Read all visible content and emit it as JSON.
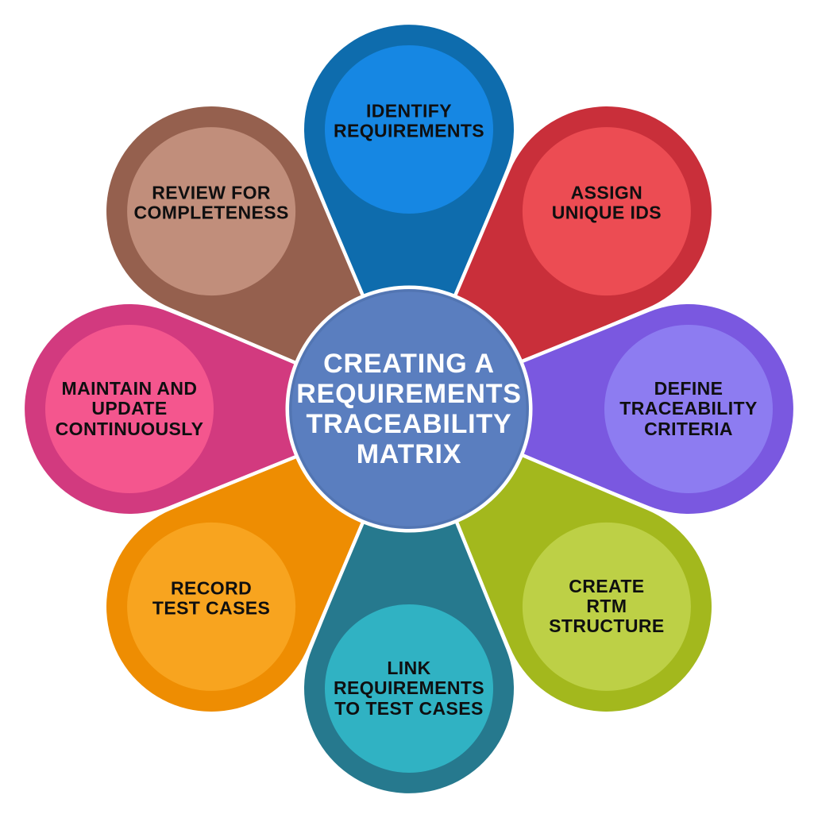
{
  "diagram": {
    "title_lines": [
      "CREATING A",
      "REQUIREMENTS",
      "TRACEABILITY",
      "MATRIX"
    ],
    "title_color": "#ffffff",
    "center_fill": "#5a7ebf",
    "center_rim_color": "#4d6ea8",
    "background_color": "#ffffff",
    "petal_text_color": "#0f0f10",
    "separator_color": "#ffffff",
    "petals": [
      {
        "id": "identify-requirements",
        "position": "top",
        "label_lines": [
          "IDENTIFY",
          "REQUIREMENTS"
        ],
        "outer_color": "#0e6cad",
        "inner_color": "#1687e3"
      },
      {
        "id": "assign-unique-ids",
        "position": "top-right",
        "label_lines": [
          "ASSIGN",
          "UNIQUE IDS"
        ],
        "outer_color": "#c92f3a",
        "inner_color": "#ec4c53"
      },
      {
        "id": "define-traceability-criteria",
        "position": "right",
        "label_lines": [
          "DEFINE",
          "TRACEABILITY",
          "CRITERIA"
        ],
        "outer_color": "#7a58e0",
        "inner_color": "#8d7cf1"
      },
      {
        "id": "create-rtm-structure",
        "position": "bottom-right",
        "label_lines": [
          "CREATE",
          "RTM",
          "STRUCTURE"
        ],
        "outer_color": "#a3b81d",
        "inner_color": "#bdd046"
      },
      {
        "id": "link-requirements-to-test-cases",
        "position": "bottom",
        "label_lines": [
          "LINK",
          "REQUIREMENTS",
          "TO TEST CASES"
        ],
        "outer_color": "#26798e",
        "inner_color": "#30b2c3"
      },
      {
        "id": "record-test-cases",
        "position": "bottom-left",
        "label_lines": [
          "RECORD",
          "TEST CASES"
        ],
        "outer_color": "#ee8d02",
        "inner_color": "#f8a41f"
      },
      {
        "id": "maintain-and-update-continuously",
        "position": "left",
        "label_lines": [
          "MAINTAIN AND",
          "UPDATE",
          "CONTINUOUSLY"
        ],
        "outer_color": "#d23a7f",
        "inner_color": "#f4568e"
      },
      {
        "id": "review-for-completeness",
        "position": "top-left",
        "label_lines": [
          "REVIEW FOR",
          "COMPLETENESS"
        ],
        "outer_color": "#95604e",
        "inner_color": "#c18e7b"
      }
    ]
  }
}
